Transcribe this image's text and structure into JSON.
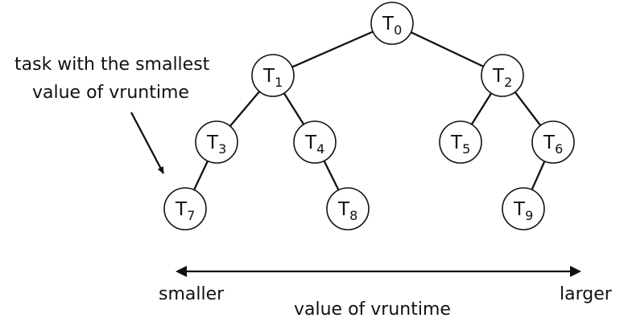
{
  "diagram": {
    "nodes": [
      {
        "id": "T0",
        "base": "T",
        "sub": "0"
      },
      {
        "id": "T1",
        "base": "T",
        "sub": "1"
      },
      {
        "id": "T2",
        "base": "T",
        "sub": "2"
      },
      {
        "id": "T3",
        "base": "T",
        "sub": "3"
      },
      {
        "id": "T4",
        "base": "T",
        "sub": "4"
      },
      {
        "id": "T5",
        "base": "T",
        "sub": "5"
      },
      {
        "id": "T6",
        "base": "T",
        "sub": "6"
      },
      {
        "id": "T7",
        "base": "T",
        "sub": "7"
      },
      {
        "id": "T8",
        "base": "T",
        "sub": "8"
      },
      {
        "id": "T9",
        "base": "T",
        "sub": "9"
      }
    ],
    "edges": [
      [
        "T0",
        "T1"
      ],
      [
        "T0",
        "T2"
      ],
      [
        "T1",
        "T3"
      ],
      [
        "T1",
        "T4"
      ],
      [
        "T2",
        "T5"
      ],
      [
        "T2",
        "T6"
      ],
      [
        "T3",
        "T7"
      ],
      [
        "T4",
        "T8"
      ],
      [
        "T6",
        "T9"
      ]
    ],
    "callout": {
      "line1": "task with the smallest",
      "line2": "value of vruntime",
      "target": "T7"
    },
    "axis": {
      "left_label": "smaller",
      "right_label": "larger",
      "caption": "value of vruntime"
    }
  }
}
